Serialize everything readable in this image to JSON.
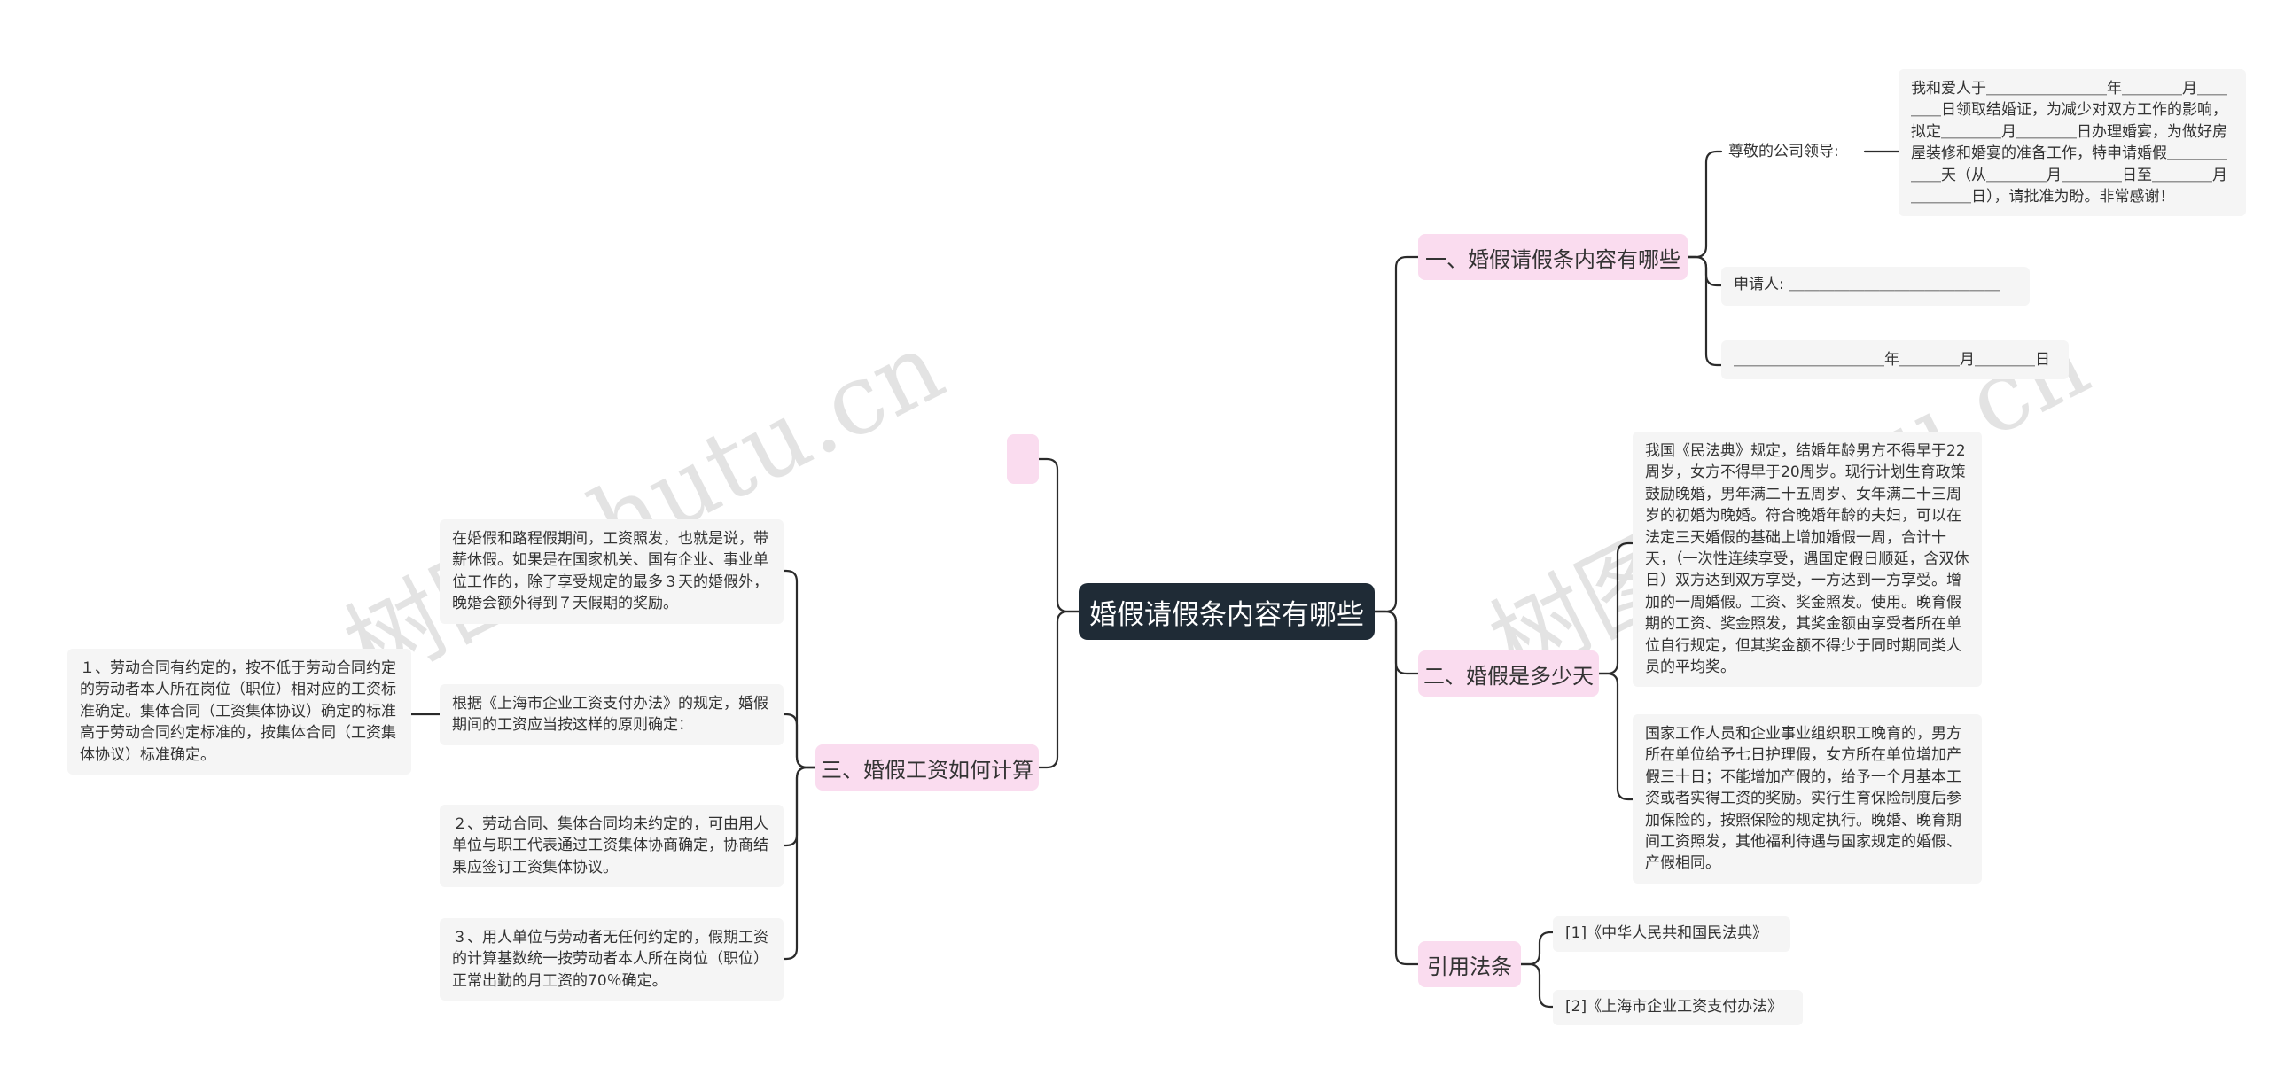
{
  "root": {
    "title": "婚假请假条内容有哪些"
  },
  "watermark": {
    "text": "树图 shutu.cn"
  },
  "branches": {
    "b1": {
      "title": "一、婚假请假条内容有哪些",
      "greeting": "尊敬的公司领导:",
      "letter": "我和爱人于＿＿＿＿＿＿＿＿年＿＿＿＿月＿＿＿＿日领取结婚证，为减少对双方工作的影响，拟定＿＿＿＿月＿＿＿＿日办理婚宴，为做好房屋装修和婚宴的准备工作，特申请婚假＿＿＿＿＿＿天（从＿＿＿＿月＿＿＿＿日至＿＿＿＿月＿＿＿＿日），请批准为盼。非常感谢！",
      "applicant": "申请人: ＿＿＿＿＿＿＿＿＿＿＿＿＿＿",
      "date": "＿＿＿＿＿＿＿＿＿＿年＿＿＿＿月＿＿＿＿日"
    },
    "b2": {
      "title": "二、婚假是多少天",
      "p1": "我国《民法典》规定，结婚年龄男方不得早于22周岁，女方不得早于20周岁。现行计划生育政策鼓励晚婚，男年满二十五周岁、女年满二十三周岁的初婚为晚婚。符合晚婚年龄的夫妇，可以在法定三天婚假的基础上增加婚假一周，合计十天，（一次性连续享受，遇国定假日顺延，含双休日）双方达到双方享受，一方达到一方享受。增加的一周婚假。工资、奖金照发。使用。晚育假期的工资、奖金照发，其奖金额由享受者所在单位自行规定，但其奖金额不得少于同时期同类人员的平均奖。",
      "p2": "国家工作人员和企业事业组织职工晚育的，男方所在单位给予七日护理假，女方所在单位增加产假三十日；不能增加产假的，给予一个月基本工资或者实得工资的奖励。实行生育保险制度后参加保险的，按照保险的规定执行。晚婚、晚育期间工资照发，其他福利待遇与国家规定的婚假、产假相同。"
    },
    "b3": {
      "title": "引用法条",
      "ref1": "[1]《中华人民共和国民法典》",
      "ref2": "[2]《上海市企业工资支付办法》"
    },
    "b4": {
      "title": "三、婚假工资如何计算",
      "p1": "在婚假和路程假期间，工资照发，也就是说，带薪休假。如果是在国家机关、国有企业、事业单位工作的，除了享受规定的最多３天的婚假外，晚婚会额外得到７天假期的奖励。",
      "p2": "根据《上海市企业工资支付办法》的规定，婚假期间的工资应当按这样的原则确定：",
      "p2a": "１、劳动合同有约定的，按不低于劳动合同约定的劳动者本人所在岗位（职位）相对应的工资标准确定。集体合同（工资集体协议）确定的标准高于劳动合同约定标准的，按集体合同（工资集体协议）标准确定。",
      "p3": "２、劳动合同、集体合同均未约定的，可由用人单位与职工代表通过工资集体协商确定，协商结果应签订工资集体协议。",
      "p4": "３、用人单位与劳动者无任何约定的，假期工资的计算基数统一按劳动者本人所在岗位（职位）正常出勤的月工资的70％确定。"
    },
    "b5": {
      "title": ""
    }
  },
  "colors": {
    "root_bg": "#1f2b36",
    "branch_bg": "#fadcef",
    "leaf_bg": "#f5f5f5",
    "line": "#2b2b2b"
  }
}
